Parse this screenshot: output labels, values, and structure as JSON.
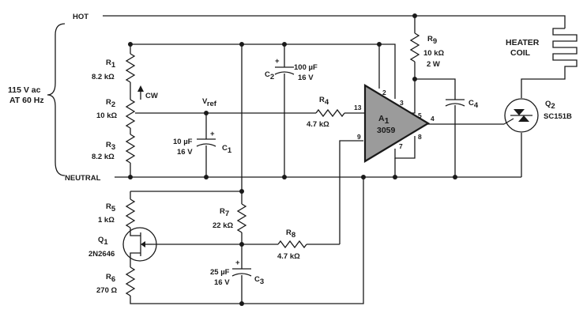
{
  "rails": {
    "hot": "HOT",
    "neutral": "NEUTRAL",
    "supply_line1": "115 V ac",
    "supply_line2": "AT 60 Hz"
  },
  "components": {
    "r1": {
      "name": "R",
      "sub": "1",
      "value": "8.2 kΩ"
    },
    "r2": {
      "name": "R",
      "sub": "2",
      "value": "10 kΩ",
      "note": "CW"
    },
    "r3": {
      "name": "R",
      "sub": "3",
      "value": "8.2 kΩ"
    },
    "r4": {
      "name": "R",
      "sub": "4",
      "value": "4.7 kΩ"
    },
    "r5": {
      "name": "R",
      "sub": "5",
      "value": "1 kΩ"
    },
    "r6": {
      "name": "R",
      "sub": "6",
      "value": "270 Ω"
    },
    "r7": {
      "name": "R",
      "sub": "7",
      "value": "22 kΩ"
    },
    "r8": {
      "name": "R",
      "sub": "8",
      "value": "4.7 kΩ"
    },
    "r9": {
      "name": "R",
      "sub": "9",
      "value1": "10 kΩ",
      "value2": "2 W"
    },
    "c1": {
      "name": "C",
      "sub": "1",
      "value1": "10 µF",
      "value2": "16 V"
    },
    "c2": {
      "name": "C",
      "sub": "2",
      "value1": "100 µF",
      "value2": "16 V"
    },
    "c3": {
      "name": "C",
      "sub": "3",
      "value1": "25 µF",
      "value2": "16 V"
    },
    "c4": {
      "name": "C",
      "sub": "4"
    },
    "q1": {
      "name": "Q",
      "sub": "1",
      "part": "2N2646"
    },
    "q2": {
      "name": "Q",
      "sub": "2",
      "part": "SC151B"
    },
    "a1": {
      "name": "A",
      "sub": "1",
      "part": "3059"
    },
    "vref": {
      "name": "V",
      "sub": "ref"
    },
    "heater": {
      "line1": "HEATER",
      "line2": "COIL"
    }
  },
  "pins": {
    "p2": "2",
    "p3": "3",
    "p4": "4",
    "p5": "5",
    "p7": "7",
    "p8": "8",
    "p9": "9",
    "p13": "13"
  }
}
